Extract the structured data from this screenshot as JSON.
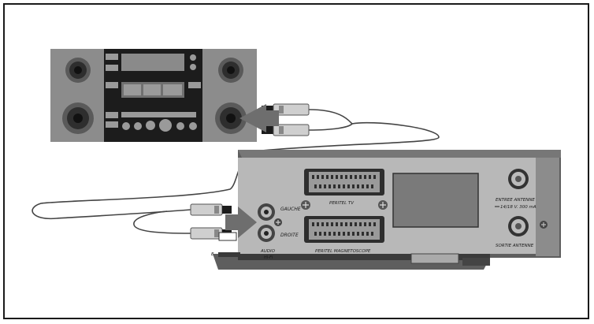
{
  "labels": {
    "gauche": "GAUCHE",
    "droite": "DROITE",
    "audio": "AUDIO",
    "hifi": "HI-FI",
    "peritel_tv": "PERITEL TV",
    "peritel_magnetoscope": "PERITEL MAGNETOSCOPE",
    "entree_antenne": "ENTREE ANTENNE",
    "entree_antenne_spec": "14/18 V. 300 mA",
    "sortie_antenne": "SORTIE ANTENNE",
    "edge_letter": "E"
  }
}
